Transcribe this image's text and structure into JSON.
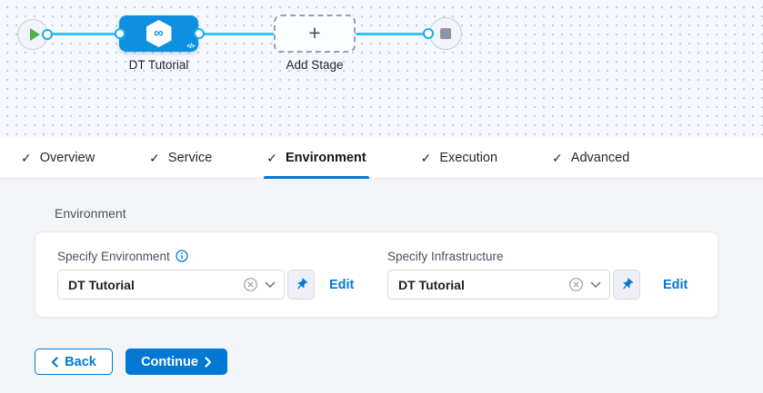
{
  "pipeline": {
    "stage": {
      "label": "DT Tutorial"
    },
    "add_stage": {
      "label": "Add Stage"
    },
    "icons": {
      "plus": "+",
      "code": "</>",
      "infinity": "∞",
      "check": "✓"
    }
  },
  "tabs": [
    {
      "label": "Overview"
    },
    {
      "label": "Service"
    },
    {
      "label": "Environment"
    },
    {
      "label": "Execution"
    },
    {
      "label": "Advanced"
    }
  ],
  "environment": {
    "heading": "Environment",
    "fields": [
      {
        "label": "Specify Environment",
        "value": "DT Tutorial",
        "edit": "Edit"
      },
      {
        "label": "Specify Infrastructure",
        "value": "DT Tutorial",
        "edit": "Edit"
      }
    ]
  },
  "footer": {
    "back": "Back",
    "continue": "Continue"
  },
  "colors": {
    "primary": "#0278d5",
    "node_blue": "#0e90e0",
    "edge_blue": "#3bc2f0",
    "play_green": "#4caf50",
    "stop_gray": "#8e93a8"
  }
}
